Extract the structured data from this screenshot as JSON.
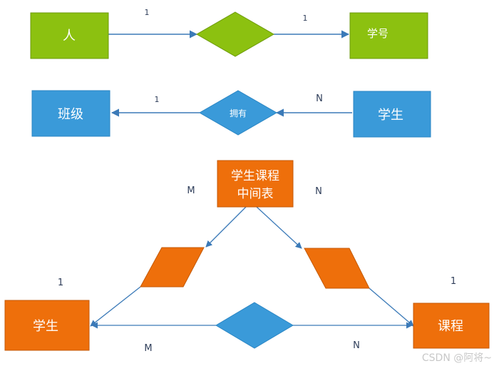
{
  "colors": {
    "green": "#8cc110",
    "green_border": "#6d9a0c",
    "blue": "#3a9ad9",
    "blue_border": "#2b86c4",
    "orange": "#ee6f0b",
    "orange_border": "#c45a08",
    "line": "#3b7ab8"
  },
  "row1": {
    "left_entity": "人",
    "right_entity": "学号",
    "left_card": "1",
    "right_card": "1"
  },
  "row2": {
    "left_entity": "班级",
    "relation": "拥有",
    "right_entity": "学生",
    "left_card": "1",
    "right_card": "N"
  },
  "row3": {
    "middle_table": [
      "学生课程",
      "中间表"
    ],
    "left_entity": "学生",
    "right_entity": "课程",
    "top_left_card": "M",
    "top_right_card": "N",
    "left_card": "1",
    "right_card": "1",
    "bottom_left_card": "M",
    "bottom_right_card": "N"
  },
  "watermark": "CSDN @阿将~"
}
